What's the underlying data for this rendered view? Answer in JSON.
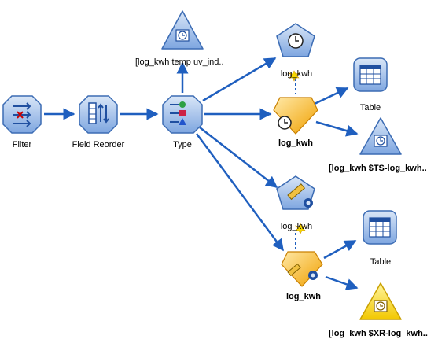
{
  "nodes": {
    "filter": {
      "label": "Filter",
      "icon": "filter-icon"
    },
    "field_reorder": {
      "label": "Field Reorder",
      "icon": "field-reorder-icon"
    },
    "type": {
      "label": "Type",
      "icon": "type-icon"
    },
    "log_kwh_temp": {
      "label": "[log_kwh temp uv_ind..",
      "icon": "graph-output-icon"
    },
    "ts_model": {
      "label": "log_kwh",
      "icon": "time-series-modeling-icon"
    },
    "ts_nugget": {
      "label": "log_kwh",
      "icon": "time-series-nugget-icon"
    },
    "table1": {
      "label": "Table",
      "icon": "table-icon"
    },
    "ts_graph": {
      "label": "[log_kwh $TS-log_kwh..",
      "icon": "graph-output-icon"
    },
    "reg_model": {
      "label": "log_kwh",
      "icon": "regression-modeling-icon"
    },
    "reg_nugget": {
      "label": "log_kwh",
      "icon": "regression-nugget-icon"
    },
    "table2": {
      "label": "Table",
      "icon": "table-icon"
    },
    "xr_graph": {
      "label": "[log_kwh $XR-log_kwh..",
      "icon": "graph-output-icon"
    }
  },
  "colors": {
    "arrow": "#1f5fbf",
    "node_blue": "#7ea6e0",
    "node_blue_dark": "#3c6cb4",
    "nugget_gold": "#f5b400",
    "warning_yellow": "#f5d800"
  }
}
